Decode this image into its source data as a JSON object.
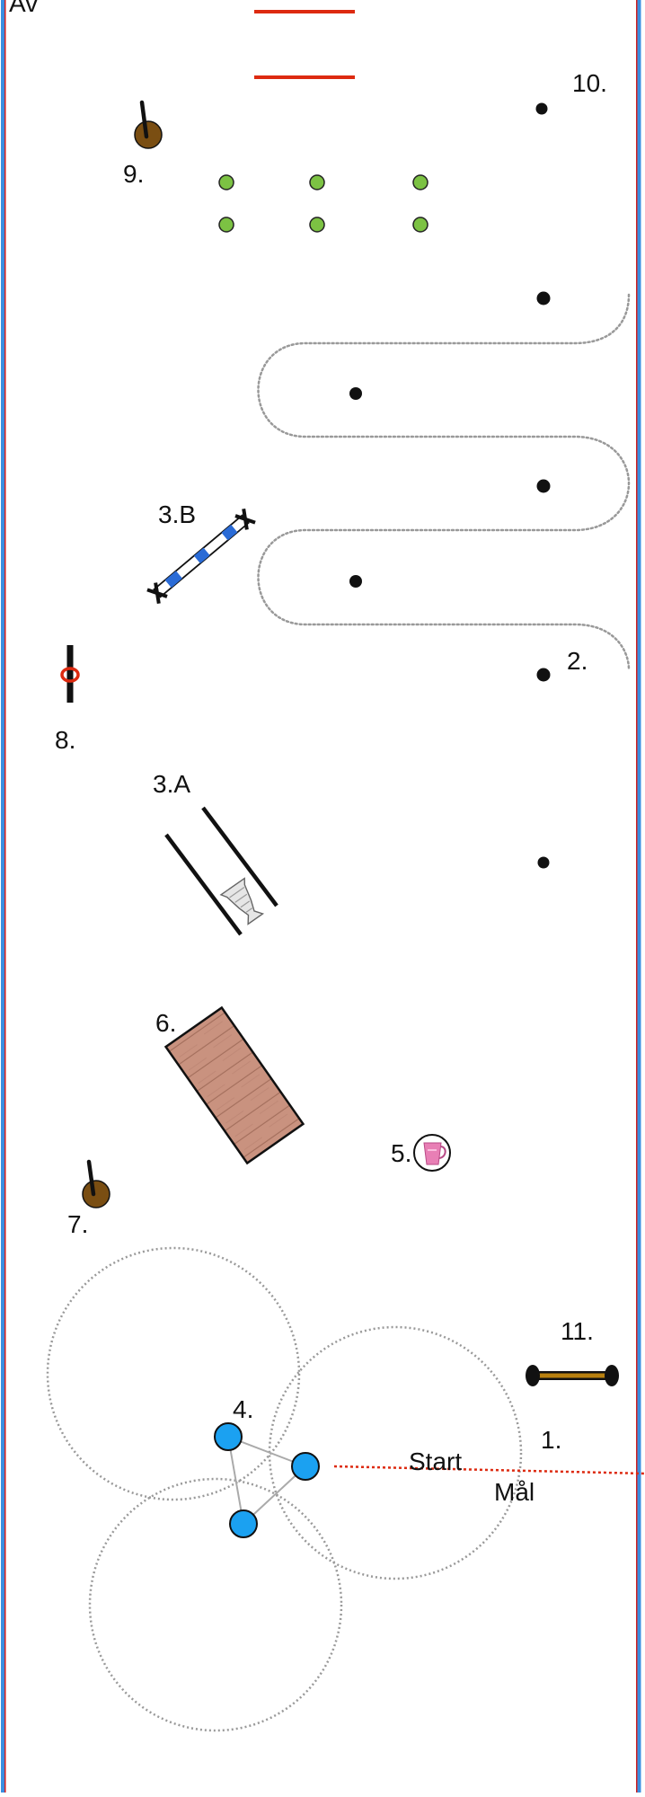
{
  "course": {
    "corner_label": "Av",
    "border_color": "#3a8ee0",
    "labels": {
      "s1": "1.",
      "s2": "2.",
      "s3a": "3.A",
      "s3b": "3.B",
      "s4": "4.",
      "s5": "5.",
      "s6": "6.",
      "s7": "7.",
      "s8": "8.",
      "s9": "9.",
      "s10": "10.",
      "s11": "11.",
      "start": "Start",
      "goal": "Mål"
    },
    "colors": {
      "top_bars": "#dd2a10",
      "start_line": "#dd2a10",
      "slalom_dots": "#7cc243",
      "cone_blue": "#1ba1f1",
      "post_brown": "#7a4e12",
      "cavaletti": "#b8800f",
      "platform": "#c9927f",
      "ring": "#dd2a10",
      "pole_blue": "#2a6bd6",
      "vessel_pink": "#e87fb5",
      "dotted_path": "#999999"
    },
    "icons": {
      "vase": "vase-icon",
      "pitcher": "pitcher-icon"
    }
  }
}
